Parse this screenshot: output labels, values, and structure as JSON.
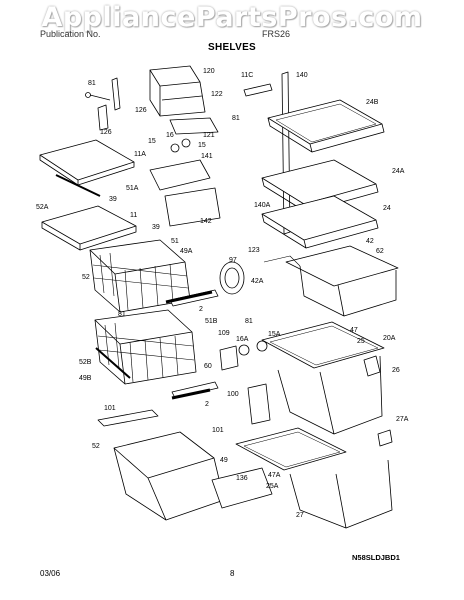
{
  "watermark": "AppliancePartsPros.com",
  "header": {
    "left": "Publication No.",
    "right": "FRS26"
  },
  "title": "SHELVES",
  "diagram_ref": "N58SLDJBD1",
  "footer": {
    "date": "03/06",
    "page": "8"
  },
  "callouts": [
    "81",
    "126",
    "120",
    "11C",
    "140",
    "122",
    "81",
    "126",
    "121",
    "16",
    "15",
    "24B",
    "11A",
    "141",
    "15",
    "51A",
    "24A",
    "52A",
    "39",
    "140A",
    "11",
    "142",
    "24",
    "39",
    "51",
    "49A",
    "123",
    "42",
    "62",
    "52",
    "97",
    "2",
    "42A",
    "81",
    "51B",
    "109",
    "15A",
    "47",
    "81",
    "16A",
    "25",
    "20A",
    "52B",
    "60",
    "26",
    "49B",
    "100",
    "27A",
    "101",
    "2",
    "101",
    "52",
    "49",
    "136",
    "47A",
    "25A",
    "27"
  ]
}
